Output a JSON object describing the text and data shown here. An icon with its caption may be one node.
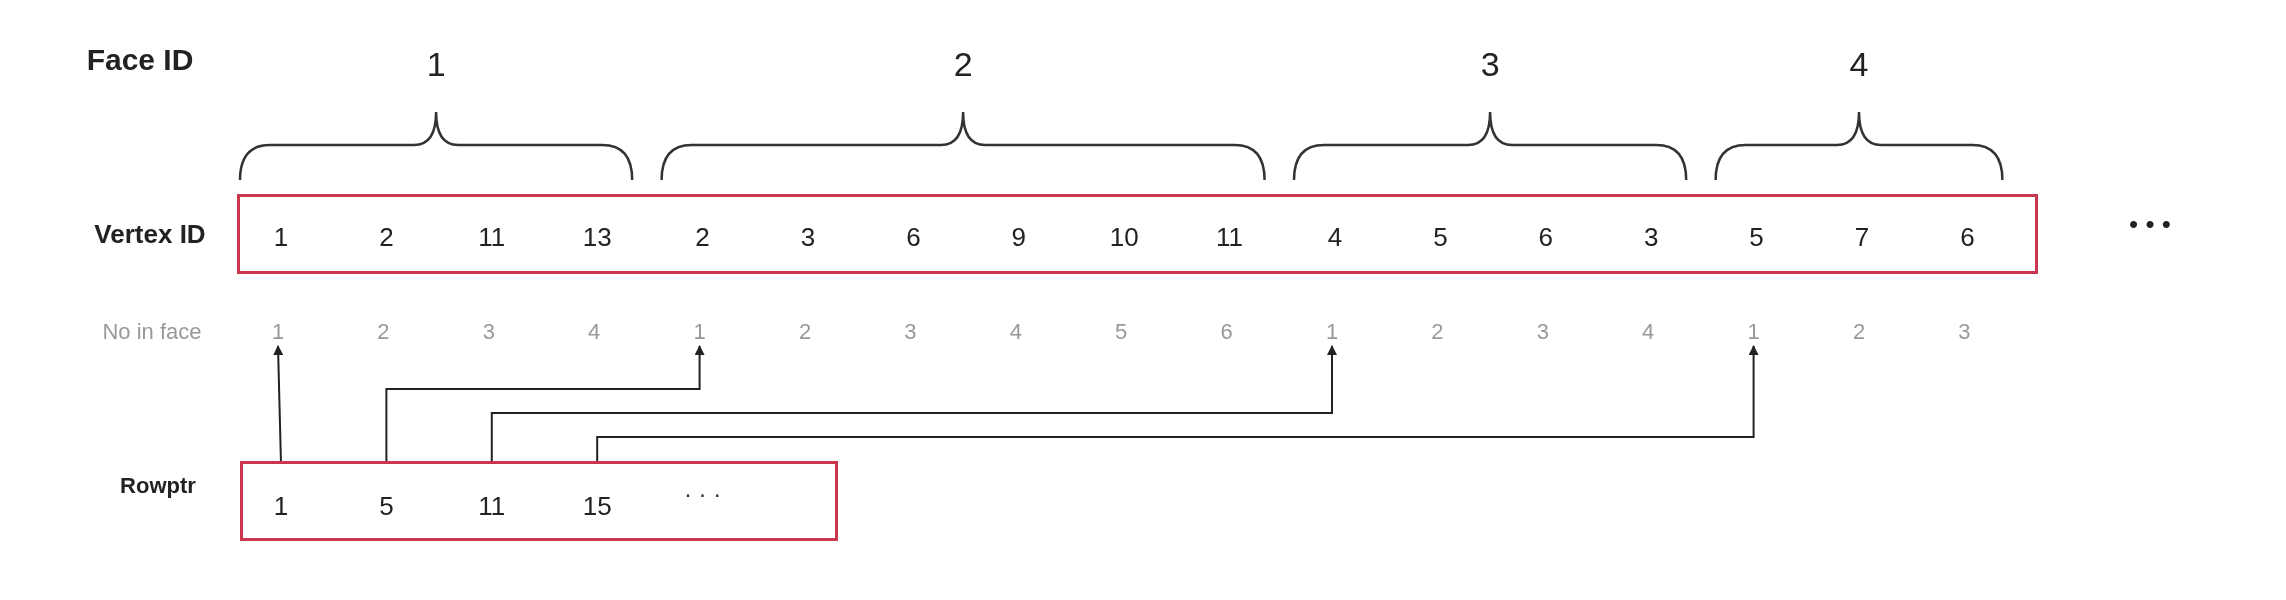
{
  "diagram": {
    "nodes": [
      {
        "text": [
          "1",
          "2",
          "11",
          "13",
          "2",
          "3",
          "6",
          "9",
          "10",
          "11",
          "4",
          "5",
          "6",
          "3",
          "5",
          "7",
          "6"
        ]
      },
      {
        "text": [
          "1"
        ]
      },
      {
        "text": [
          "1"
        ]
      },
      {
        "text": [
          "1"
        ]
      },
      {
        "text": [
          "1"
        ]
      },
      {
        "text": [
          "· · ·"
        ]
      },
      {
        "text": [
          "1"
        ],
        "in": 5
      },
      {
        "text": [
          "5"
        ],
        "in": 5
      },
      {
        "text": [
          "11"
        ],
        "in": 5
      },
      {
        "text": [
          "15"
        ],
        "in": 5
      }
    ],
    "edges": [
      {
        "from": 6,
        "to": 1,
        "arrow": "to"
      },
      {
        "from": 7,
        "to": 2,
        "arrow": "to"
      },
      {
        "from": 8,
        "to": 3,
        "arrow": "to"
      },
      {
        "from": 9,
        "to": 4,
        "arrow": "to"
      }
    ],
    "labels": [
      "Face ID",
      "1",
      "2",
      "3",
      "4",
      "Vertex ID",
      "• • •",
      "No in face",
      "2",
      "3",
      "4",
      "2",
      "3",
      "4",
      "5",
      "6",
      "2",
      "3",
      "4",
      "2",
      "3",
      "Rowptr"
    ]
  }
}
